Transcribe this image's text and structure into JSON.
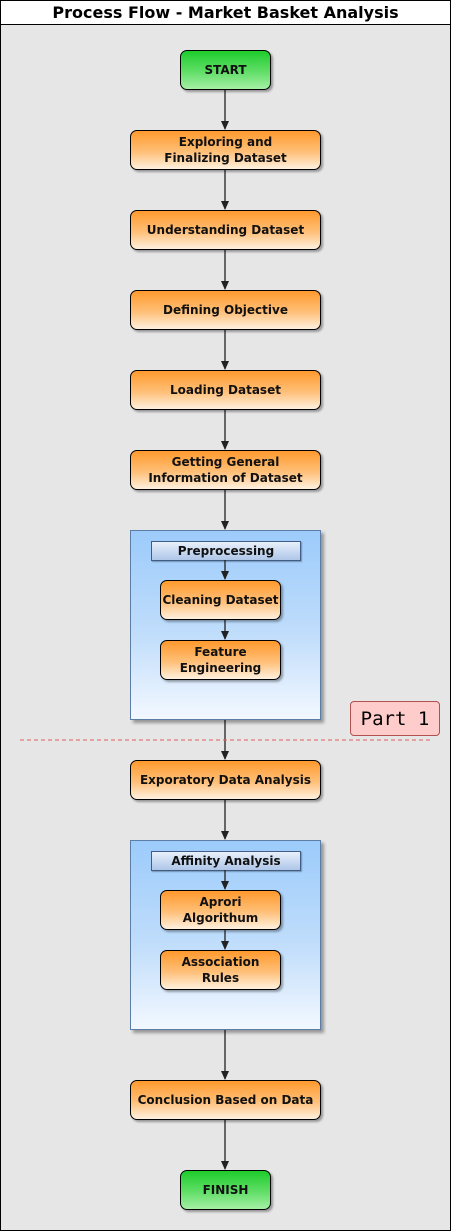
{
  "title": "Process Flow - Market Basket Analysis",
  "nodes": {
    "start": "START",
    "explore": "Exploring and Finalizing Dataset",
    "understand": "Understanding Dataset",
    "objective": "Defining Objective",
    "loading": "Loading Dataset",
    "general_info": "Getting General Information of Dataset",
    "eda": "Exporatory Data Analysis",
    "conclusion": "Conclusion Based on Data",
    "finish": "FINISH"
  },
  "groups": {
    "preprocessing": {
      "title": "Preprocessing",
      "items": [
        "Cleaning Dataset",
        "Feature Engineering"
      ]
    },
    "affinity": {
      "title": "Affinity Analysis",
      "items": [
        "Aprori Algorithum",
        "Association Rules"
      ]
    }
  },
  "part_label": "Part 1",
  "colors": {
    "process": "#ffb060",
    "terminal": "#33dd44",
    "group": "#aad4ff",
    "part_label": "#ffcccc",
    "divider": "#e06060"
  }
}
